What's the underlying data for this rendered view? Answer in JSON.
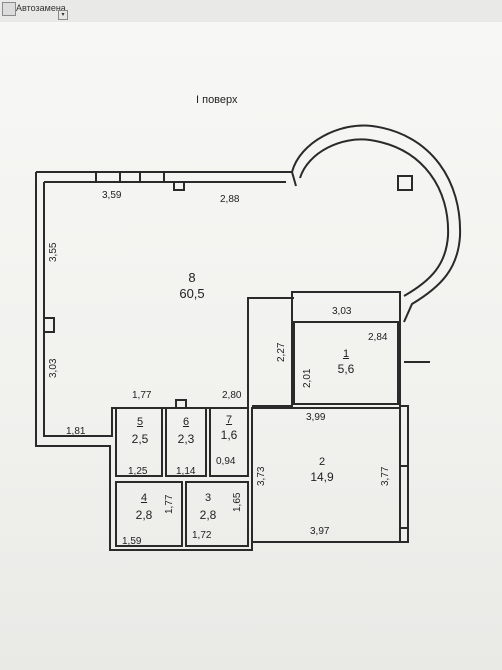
{
  "window": {
    "title": "Автозамена",
    "icon": "app-icon",
    "dropdown": "chevron-down-icon"
  },
  "plan": {
    "floor_title": "І поверх",
    "rooms": [
      {
        "num": "1",
        "area": "5,6"
      },
      {
        "num": "2",
        "area": "14,9"
      },
      {
        "num": "3",
        "area": "2,8"
      },
      {
        "num": "4",
        "area": "2,8"
      },
      {
        "num": "5",
        "area": "2,5"
      },
      {
        "num": "6",
        "area": "2,3"
      },
      {
        "num": "7",
        "area": "1,6"
      },
      {
        "num": "8",
        "area": "60,5"
      }
    ],
    "dimensions": {
      "d359": "3,59",
      "d288": "2,88",
      "d355": "3,55",
      "d303a": "3,03",
      "d303b": "3,03",
      "d284": "2,84",
      "d227": "2,27",
      "d201": "2,01",
      "d177a": "1,77",
      "d280": "2,80",
      "d181": "1,81",
      "d399": "3,99",
      "d373": "3,73",
      "d377": "3,77",
      "d125": "1,25",
      "d114": "1,14",
      "d094": "0,94",
      "d177b": "1,77",
      "d165": "1,65",
      "d159": "1,59",
      "d172": "1,72",
      "d397": "3,97"
    },
    "colors": {
      "wall": "#2a2a2a",
      "paper": "#f4f4f2"
    }
  }
}
